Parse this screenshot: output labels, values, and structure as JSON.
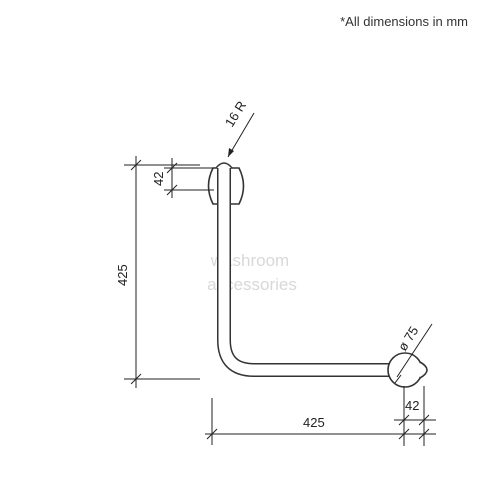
{
  "note": "*All dimensions in mm",
  "dimensions": {
    "radius": "16 R",
    "diameter": "ø 75",
    "offset_top": "42",
    "height": "425",
    "width": "425",
    "offset_right": "42"
  },
  "watermark": {
    "line1": "washroom",
    "line2": "accessories"
  }
}
